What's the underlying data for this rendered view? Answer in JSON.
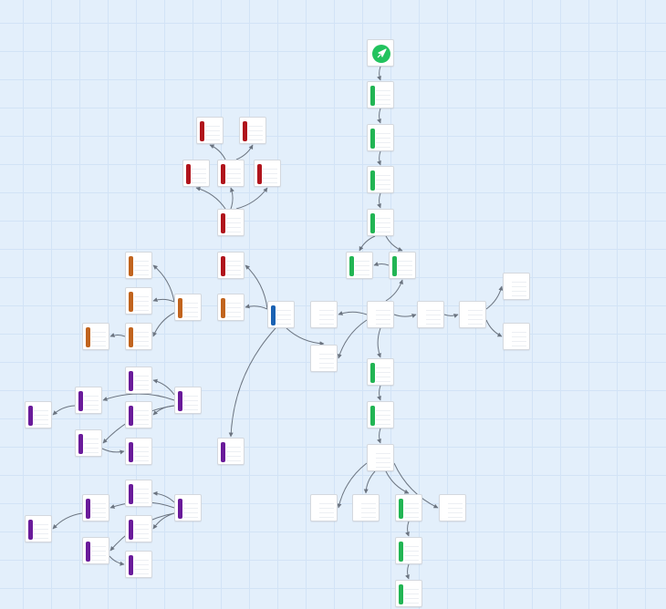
{
  "colors": {
    "green": "#22b554",
    "red": "#b0141c",
    "orange": "#c1641e",
    "purple": "#6a1b9a",
    "blue": "#1b62b3",
    "plain": "#ffffff",
    "edge": "#6b7480"
  },
  "start_icon": "rocket-icon",
  "nodes": [
    {
      "id": "start",
      "type": "start"
    },
    {
      "id": "g1",
      "type": "green"
    },
    {
      "id": "g2",
      "type": "green"
    },
    {
      "id": "g3",
      "type": "green"
    },
    {
      "id": "g4",
      "type": "green"
    },
    {
      "id": "g5a",
      "type": "green"
    },
    {
      "id": "g5b",
      "type": "green"
    },
    {
      "id": "hub",
      "type": "plain"
    },
    {
      "id": "hub-left",
      "type": "plain"
    },
    {
      "id": "hub-right1",
      "type": "plain"
    },
    {
      "id": "hub-right2",
      "type": "plain"
    },
    {
      "id": "right-top",
      "type": "plain"
    },
    {
      "id": "right-bottom",
      "type": "plain"
    },
    {
      "id": "hub-diag",
      "type": "plain"
    },
    {
      "id": "g6",
      "type": "green"
    },
    {
      "id": "g7",
      "type": "green"
    },
    {
      "id": "bottom-hub",
      "type": "plain"
    },
    {
      "id": "b1",
      "type": "plain"
    },
    {
      "id": "b2",
      "type": "plain"
    },
    {
      "id": "bg1",
      "type": "green"
    },
    {
      "id": "b4",
      "type": "plain"
    },
    {
      "id": "bg2",
      "type": "green"
    },
    {
      "id": "bg3",
      "type": "green"
    },
    {
      "id": "blue",
      "type": "blue"
    },
    {
      "id": "blue-diag",
      "type": "plain"
    },
    {
      "id": "r1",
      "type": "red"
    },
    {
      "id": "r2",
      "type": "red"
    },
    {
      "id": "r3",
      "type": "red"
    },
    {
      "id": "r4",
      "type": "red"
    },
    {
      "id": "r5",
      "type": "red"
    },
    {
      "id": "r6",
      "type": "red"
    },
    {
      "id": "r7",
      "type": "red"
    },
    {
      "id": "r8",
      "type": "red"
    },
    {
      "id": "o1",
      "type": "orange"
    },
    {
      "id": "o2",
      "type": "orange"
    },
    {
      "id": "o3",
      "type": "orange"
    },
    {
      "id": "o4",
      "type": "orange"
    },
    {
      "id": "o5",
      "type": "orange"
    },
    {
      "id": "o6",
      "type": "orange"
    },
    {
      "id": "p-blue",
      "type": "purple"
    },
    {
      "id": "pa-src",
      "type": "purple"
    },
    {
      "id": "pa1",
      "type": "purple"
    },
    {
      "id": "pa2",
      "type": "purple"
    },
    {
      "id": "pa3",
      "type": "purple"
    },
    {
      "id": "pa4",
      "type": "purple"
    },
    {
      "id": "pa5",
      "type": "purple"
    },
    {
      "id": "pa6",
      "type": "purple"
    },
    {
      "id": "pb-src",
      "type": "purple"
    },
    {
      "id": "pb1",
      "type": "purple"
    },
    {
      "id": "pb2",
      "type": "purple"
    },
    {
      "id": "pb3",
      "type": "purple"
    },
    {
      "id": "pb4",
      "type": "purple"
    },
    {
      "id": "pb5",
      "type": "purple"
    },
    {
      "id": "pb6",
      "type": "purple"
    }
  ],
  "edges": [
    [
      "start",
      "g1"
    ],
    [
      "g1",
      "g2"
    ],
    [
      "g2",
      "g3"
    ],
    [
      "g3",
      "g4"
    ],
    [
      "g4",
      "g5a"
    ],
    [
      "g4",
      "g5b"
    ],
    [
      "g5b",
      "g5a"
    ],
    [
      "hub",
      "g5b"
    ],
    [
      "hub",
      "hub-left"
    ],
    [
      "hub",
      "hub-right1"
    ],
    [
      "hub-right1",
      "hub-right2"
    ],
    [
      "hub-right2",
      "right-top"
    ],
    [
      "hub-right2",
      "right-bottom"
    ],
    [
      "hub",
      "hub-diag"
    ],
    [
      "hub",
      "g6"
    ],
    [
      "g6",
      "g7"
    ],
    [
      "g7",
      "bottom-hub"
    ],
    [
      "bottom-hub",
      "b1"
    ],
    [
      "bottom-hub",
      "b2"
    ],
    [
      "bottom-hub",
      "bg1"
    ],
    [
      "bottom-hub",
      "b4"
    ],
    [
      "bg1",
      "bg2"
    ],
    [
      "bg2",
      "bg3"
    ],
    [
      "blue",
      "r1"
    ],
    [
      "blue",
      "o1"
    ],
    [
      "blue",
      "blue-diag"
    ],
    [
      "blue",
      "p-blue"
    ],
    [
      "r2",
      "r3"
    ],
    [
      "r2",
      "r4"
    ],
    [
      "r2",
      "r5"
    ],
    [
      "r4",
      "r6"
    ],
    [
      "r4",
      "r7"
    ],
    [
      "o2",
      "o3"
    ],
    [
      "o2",
      "o4"
    ],
    [
      "o2",
      "o5"
    ],
    [
      "o5",
      "o6"
    ],
    [
      "pa-src",
      "pa1"
    ],
    [
      "pa-src",
      "pa2"
    ],
    [
      "pa-src",
      "pa3"
    ],
    [
      "pa-src",
      "pa4"
    ],
    [
      "pa2",
      "pa5"
    ],
    [
      "pa4",
      "pa6"
    ],
    [
      "pb-src",
      "pb1"
    ],
    [
      "pb-src",
      "pb2"
    ],
    [
      "pb-src",
      "pb3"
    ],
    [
      "pb-src",
      "pb4"
    ],
    [
      "pb2",
      "pb5"
    ],
    [
      "pb4",
      "pb6"
    ]
  ]
}
